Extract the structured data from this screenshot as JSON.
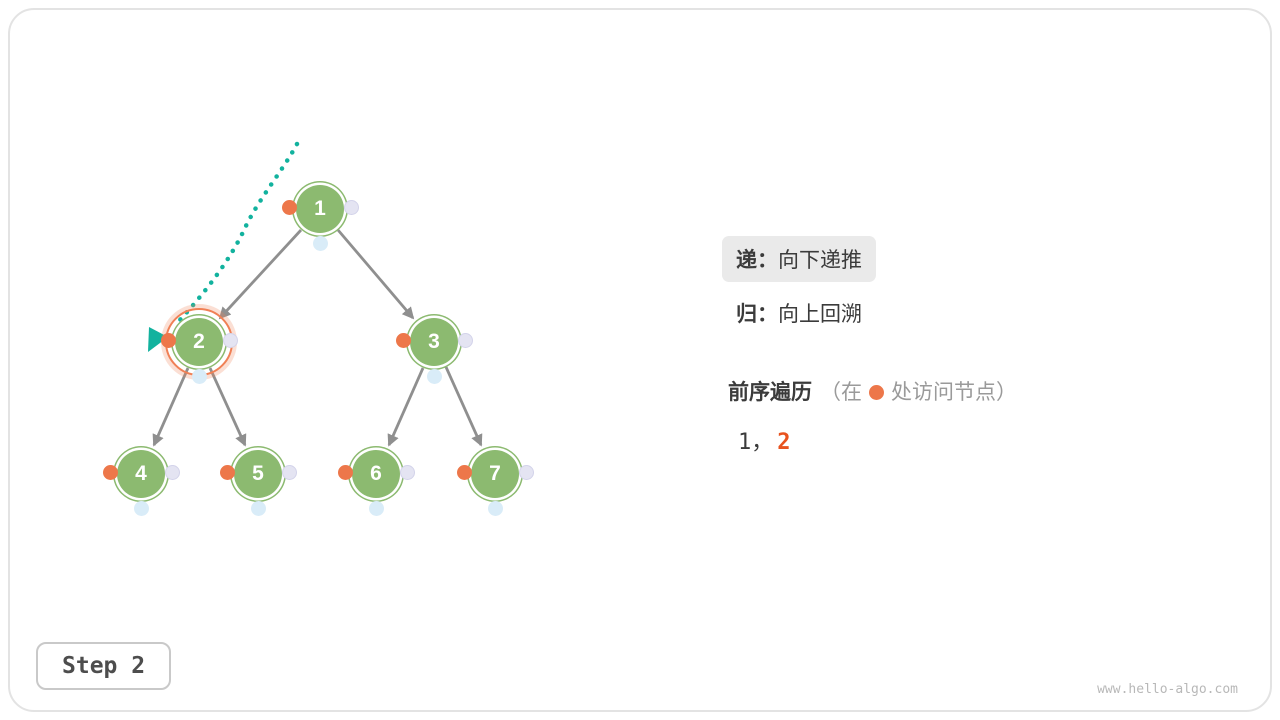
{
  "tree": {
    "nodes": [
      {
        "label": "1"
      },
      {
        "label": "2"
      },
      {
        "label": "3"
      },
      {
        "label": "4"
      },
      {
        "label": "5"
      },
      {
        "label": "6"
      },
      {
        "label": "7"
      }
    ],
    "edges": [
      [
        1,
        2
      ],
      [
        1,
        3
      ],
      [
        2,
        4
      ],
      [
        2,
        5
      ],
      [
        3,
        6
      ],
      [
        3,
        7
      ]
    ],
    "current_node": "2"
  },
  "legend": {
    "recurse_term": "递：",
    "recurse_desc": "向下递推",
    "backtrack_term": "归：",
    "backtrack_desc": "向上回溯",
    "traversal_title": "前序遍历",
    "traversal_note_prefix": "（在",
    "traversal_note_suffix": "处访问节点）",
    "sequence_prefix": "1，",
    "sequence_current": "2"
  },
  "footer": {
    "step_label": "Step 2",
    "watermark": "www.hello-algo.com"
  },
  "colors": {
    "node_green": "#8CBA70",
    "visit_dot_orange": "#ED774A",
    "postorder_dot_lavender": "#E4E4F2",
    "inorder_dot_blue": "#D9ECF8",
    "trace_teal": "#12B29E",
    "current_number_orange": "#E8531F",
    "edge_gray": "#8F8F8F"
  }
}
